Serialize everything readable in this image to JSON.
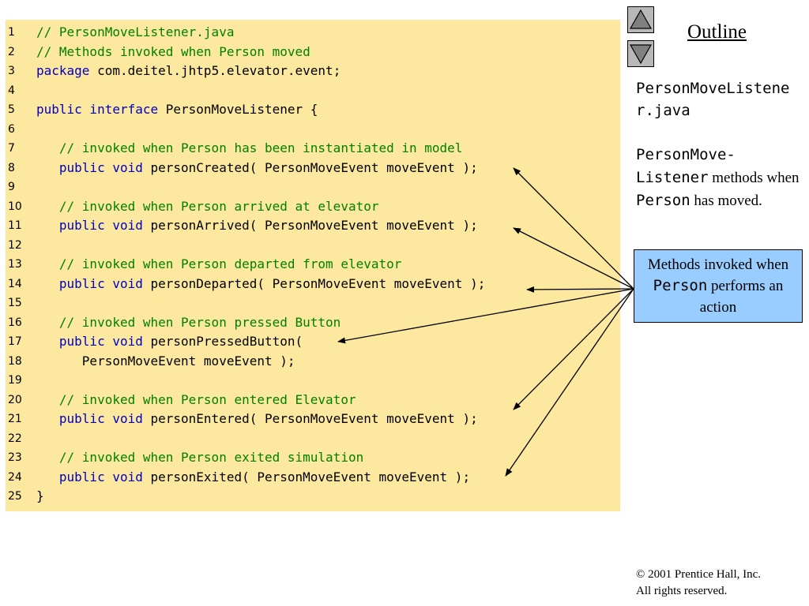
{
  "code": {
    "lines": [
      {
        "num": "1",
        "parts": [
          {
            "t": "// PersonMoveListener.java",
            "c": "cm"
          }
        ]
      },
      {
        "num": "2",
        "parts": [
          {
            "t": "// Methods invoked when Person moved",
            "c": "cm"
          }
        ]
      },
      {
        "num": "3",
        "parts": [
          {
            "t": "package",
            "c": "kw"
          },
          {
            "t": " com.deitel.jhtp5.elevator.event;",
            "c": ""
          }
        ]
      },
      {
        "num": "4",
        "parts": []
      },
      {
        "num": "5",
        "parts": [
          {
            "t": "public interface",
            "c": "kw"
          },
          {
            "t": " PersonMoveListener {",
            "c": ""
          }
        ]
      },
      {
        "num": "6",
        "parts": []
      },
      {
        "num": "7",
        "parts": [
          {
            "t": "   // invoked when Person has been instantiated in model",
            "c": "cm"
          }
        ]
      },
      {
        "num": "8",
        "parts": [
          {
            "t": "   public void",
            "c": "kw"
          },
          {
            "t": " personCreated( PersonMoveEvent moveEvent );",
            "c": ""
          }
        ]
      },
      {
        "num": "9",
        "parts": []
      },
      {
        "num": "10",
        "parts": [
          {
            "t": "   // invoked when Person arrived at elevator",
            "c": "cm"
          }
        ]
      },
      {
        "num": "11",
        "parts": [
          {
            "t": "   public void",
            "c": "kw"
          },
          {
            "t": " personArrived( PersonMoveEvent moveEvent );",
            "c": ""
          }
        ]
      },
      {
        "num": "12",
        "parts": []
      },
      {
        "num": "13",
        "parts": [
          {
            "t": "   // invoked when Person departed from elevator",
            "c": "cm"
          }
        ]
      },
      {
        "num": "14",
        "parts": [
          {
            "t": "   public void",
            "c": "kw"
          },
          {
            "t": " personDeparted( PersonMoveEvent moveEvent );",
            "c": ""
          }
        ]
      },
      {
        "num": "15",
        "parts": []
      },
      {
        "num": "16",
        "parts": [
          {
            "t": "   // invoked when Person pressed Button",
            "c": "cm"
          }
        ]
      },
      {
        "num": "17",
        "parts": [
          {
            "t": "   public void",
            "c": "kw"
          },
          {
            "t": " personPressedButton(",
            "c": ""
          }
        ]
      },
      {
        "num": "18",
        "parts": [
          {
            "t": "      PersonMoveEvent moveEvent );",
            "c": ""
          }
        ]
      },
      {
        "num": "19",
        "parts": []
      },
      {
        "num": "20",
        "parts": [
          {
            "t": "   // invoked when Person entered Elevator",
            "c": "cm"
          }
        ]
      },
      {
        "num": "21",
        "parts": [
          {
            "t": "   public void",
            "c": "kw"
          },
          {
            "t": " personEntered( PersonMoveEvent moveEvent );",
            "c": ""
          }
        ]
      },
      {
        "num": "22",
        "parts": []
      },
      {
        "num": "23",
        "parts": [
          {
            "t": "   // invoked when Person exited simulation",
            "c": "cm"
          }
        ]
      },
      {
        "num": "24",
        "parts": [
          {
            "t": "   public void",
            "c": "kw"
          },
          {
            "t": " personExited( PersonMoveEvent moveEvent );",
            "c": ""
          }
        ]
      },
      {
        "num": "25",
        "parts": [
          {
            "t": "}",
            "c": ""
          }
        ]
      }
    ]
  },
  "nav": {
    "up_icon": "triangle-up-icon",
    "down_icon": "triangle-down-icon"
  },
  "outline": {
    "title": "Outline"
  },
  "sidebar": {
    "file_name": "PersonMoveListener.java",
    "desc_mono1": "PersonMove-Listener",
    "desc_text1": " methods when ",
    "desc_mono2": "Person",
    "desc_text2": " has moved."
  },
  "callout": {
    "line1": "Methods invoked when ",
    "mono": "Person",
    "line2": " performs an action"
  },
  "footer": {
    "copyright": "© 2001 Prentice Hall, Inc.",
    "rights": "All rights reserved."
  },
  "colors": {
    "code_bg": "#fde8a0",
    "comment": "#008000",
    "keyword": "#0000c0",
    "callout_bg": "#99ccff"
  }
}
